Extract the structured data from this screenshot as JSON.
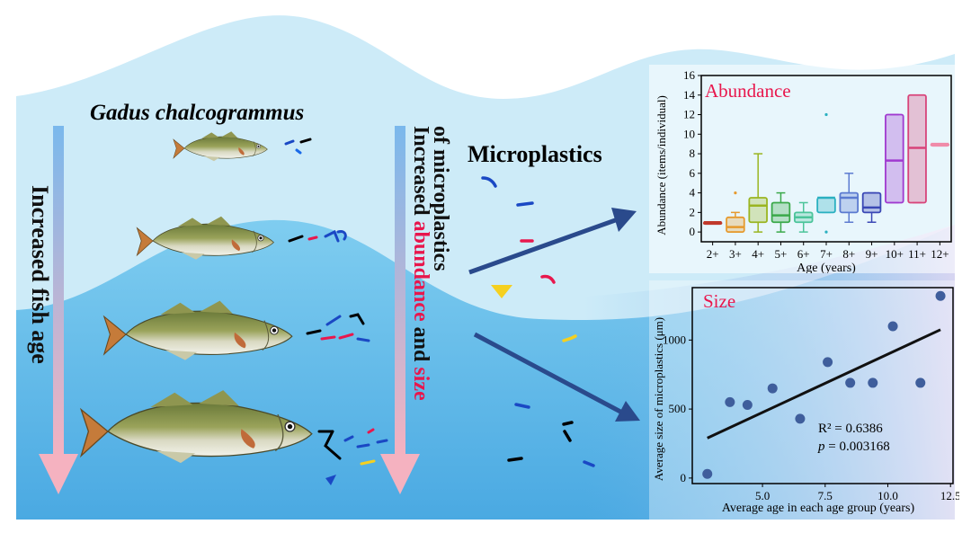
{
  "species_name": "Gadus chalcogrammus",
  "left_arrow_label": "Increased fish age",
  "middle_arrow_label": {
    "prefix": "Increased ",
    "abundance_word": "abundance",
    "middle": " and ",
    "size_word": "size",
    "suffix": "of microplastics"
  },
  "microplastics_label": "Microplastics",
  "colors": {
    "highlight_red": "#e8174d",
    "water_light": "#c9eaf7",
    "water_deep": "#56b5e8",
    "arrow_dark_blue": "#2a4a8c"
  },
  "chart_data": [
    {
      "type": "box",
      "title": "Abundance",
      "xlabel": "Age (years)",
      "ylabel": "Abundance (items/individual)",
      "categories": [
        "2+",
        "3+",
        "4+",
        "5+",
        "6+",
        "7+",
        "8+",
        "9+",
        "10+",
        "11+",
        "12+"
      ],
      "ylim": [
        -1,
        16
      ],
      "yticks": [
        0,
        2,
        4,
        6,
        8,
        10,
        12,
        14,
        16
      ],
      "boxes": [
        {
          "category": "2+",
          "min": 1,
          "q1": 1,
          "median": 1,
          "q3": 1,
          "max": 1,
          "color": "#c0392b"
        },
        {
          "category": "3+",
          "min": 0,
          "q1": 0,
          "median": 0.5,
          "q3": 1.5,
          "max": 2,
          "color": "#e69a2e",
          "outliers": [
            4
          ]
        },
        {
          "category": "4+",
          "min": 0,
          "q1": 1,
          "median": 2.7,
          "q3": 3.5,
          "max": 8,
          "color": "#9ab520"
        },
        {
          "category": "5+",
          "min": 0,
          "q1": 1,
          "median": 1.7,
          "q3": 3,
          "max": 4,
          "color": "#3aa94a"
        },
        {
          "category": "6+",
          "min": 0,
          "q1": 1,
          "median": 1.5,
          "q3": 2,
          "max": 3,
          "color": "#4bc49a"
        },
        {
          "category": "7+",
          "min": 2,
          "q1": 2,
          "median": 3.5,
          "q3": 3.5,
          "max": 3.5,
          "color": "#2ab0c0",
          "outliers": [
            0,
            12
          ]
        },
        {
          "category": "8+",
          "min": 1,
          "q1": 2,
          "median": 3.5,
          "q3": 4,
          "max": 6,
          "color": "#5b7ad0"
        },
        {
          "category": "9+",
          "min": 1,
          "q1": 2,
          "median": 2.5,
          "q3": 4,
          "max": 4,
          "color": "#3a47b5"
        },
        {
          "category": "10+",
          "min": 3,
          "q1": 3,
          "median": 7.3,
          "q3": 12,
          "max": 12,
          "color": "#a03ad0"
        },
        {
          "category": "11+",
          "min": 3,
          "q1": 3,
          "median": 8.6,
          "q3": 14,
          "max": 14,
          "color": "#d8447a"
        },
        {
          "category": "12+",
          "min": 9,
          "q1": 9,
          "median": 9,
          "q3": 9,
          "max": 9,
          "color": "#f08aa8"
        }
      ]
    },
    {
      "type": "scatter",
      "title": "Size",
      "xlabel": "Average age in each age group (years)",
      "ylabel": "Average size of microplastics (μm)",
      "xlim": [
        2.2,
        12.6
      ],
      "ylim": [
        -40,
        1380
      ],
      "xticks": [
        5.0,
        7.5,
        10.0,
        12.5
      ],
      "xtick_labels": [
        "5.0",
        "7.5",
        "10.0",
        "12.5"
      ],
      "yticks": [
        0,
        500,
        1000
      ],
      "points": [
        {
          "x": 2.8,
          "y": 30
        },
        {
          "x": 3.7,
          "y": 550
        },
        {
          "x": 4.4,
          "y": 530
        },
        {
          "x": 5.4,
          "y": 650
        },
        {
          "x": 6.5,
          "y": 430
        },
        {
          "x": 7.6,
          "y": 840
        },
        {
          "x": 8.5,
          "y": 690
        },
        {
          "x": 9.4,
          "y": 690
        },
        {
          "x": 10.2,
          "y": 1100
        },
        {
          "x": 11.3,
          "y": 690
        },
        {
          "x": 12.1,
          "y": 1320
        }
      ],
      "fit_line": {
        "x": [
          2.8,
          12.1
        ],
        "y": [
          290,
          1075
        ]
      },
      "r2_label": "R² = 0.6386",
      "p_label_italic": "p",
      "p_label_rest": " = 0.003168"
    }
  ]
}
